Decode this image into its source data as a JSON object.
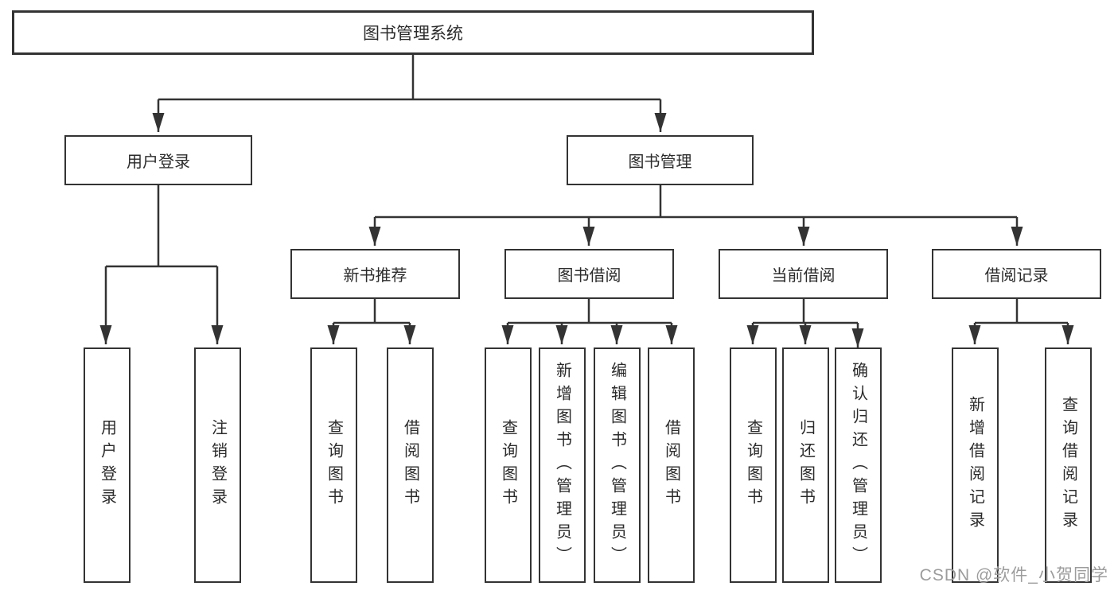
{
  "tree": {
    "root": {
      "label": "图书管理系统"
    },
    "branches": [
      {
        "label": "用户登录",
        "children": [
          {
            "label": "用户登录"
          },
          {
            "label": "注销登录"
          }
        ]
      },
      {
        "label": "图书管理",
        "children": [
          {
            "label": "新书推荐",
            "children": [
              {
                "label": "查询图书"
              },
              {
                "label": "借阅图书"
              }
            ]
          },
          {
            "label": "图书借阅",
            "children": [
              {
                "label": "查询图书"
              },
              {
                "label": "新增图书（管理员）"
              },
              {
                "label": "编辑图书（管理员）"
              },
              {
                "label": "借阅图书"
              }
            ]
          },
          {
            "label": "当前借阅",
            "children": [
              {
                "label": "查询图书"
              },
              {
                "label": "归还图书"
              },
              {
                "label": "确认归还（管理员）"
              }
            ]
          },
          {
            "label": "借阅记录",
            "children": [
              {
                "label": "新增借阅记录"
              },
              {
                "label": "查询借阅记录"
              }
            ]
          }
        ]
      }
    ]
  },
  "watermark": "CSDN @软件_小贺同学",
  "colors": {
    "line": "#333333",
    "border": "#333333",
    "text": "#2b2b2b",
    "watermark": "#9c9c9c",
    "background": "#ffffff"
  }
}
